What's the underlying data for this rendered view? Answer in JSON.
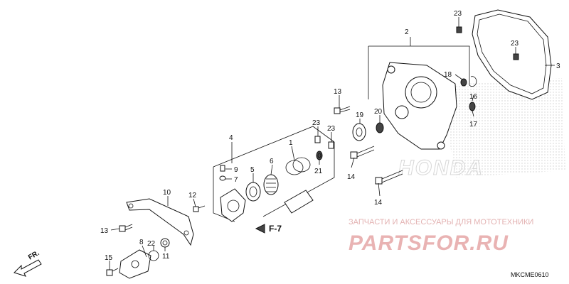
{
  "callouts": [
    {
      "id": "c1",
      "text": "1"
    },
    {
      "id": "c2",
      "text": "2"
    },
    {
      "id": "c3",
      "text": "3"
    },
    {
      "id": "c4",
      "text": "4"
    },
    {
      "id": "c5",
      "text": "5"
    },
    {
      "id": "c6",
      "text": "6"
    },
    {
      "id": "c7",
      "text": "7"
    },
    {
      "id": "c8",
      "text": "8"
    },
    {
      "id": "c9",
      "text": "9"
    },
    {
      "id": "c10",
      "text": "10"
    },
    {
      "id": "c11",
      "text": "11"
    },
    {
      "id": "c12",
      "text": "12"
    },
    {
      "id": "c13a",
      "text": "13"
    },
    {
      "id": "c13b",
      "text": "13"
    },
    {
      "id": "c14a",
      "text": "14"
    },
    {
      "id": "c14b",
      "text": "14"
    },
    {
      "id": "c15",
      "text": "15"
    },
    {
      "id": "c16",
      "text": "16"
    },
    {
      "id": "c17",
      "text": "17"
    },
    {
      "id": "c18",
      "text": "18"
    },
    {
      "id": "c19",
      "text": "19"
    },
    {
      "id": "c20",
      "text": "20"
    },
    {
      "id": "c21",
      "text": "21"
    },
    {
      "id": "c22",
      "text": "22"
    },
    {
      "id": "c23a",
      "text": "23"
    },
    {
      "id": "c23b",
      "text": "23"
    },
    {
      "id": "c23c",
      "text": "23"
    },
    {
      "id": "c23d",
      "text": "23"
    }
  ],
  "reference": "F-7",
  "direction": "FR.",
  "diagram_code": "MKCME0610",
  "watermark": {
    "subtitle": "ЗАПЧАСТИ И АКСЕССУАРЫ ДЛЯ МОТОТЕХНИКИ",
    "logo": "PARTSFOR.RU",
    "brand": "HONDA"
  },
  "colors": {
    "line": "#111111",
    "watermark": "#e9b3b3",
    "dots": "#cfcfcf"
  }
}
